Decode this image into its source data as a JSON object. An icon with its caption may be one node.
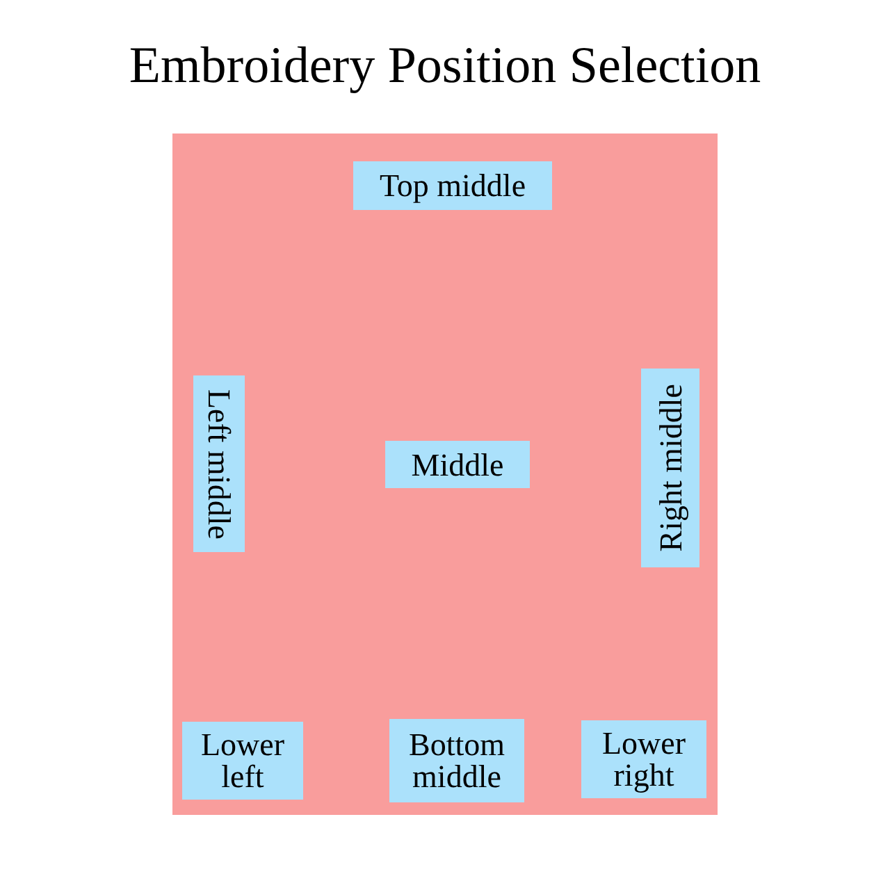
{
  "diagram": {
    "title": "Embroidery Position Selection",
    "nodes": [
      {
        "text": [],
        "shape": "box"
      },
      {
        "text": [
          "Top middle"
        ],
        "in": 0
      },
      {
        "text": [
          "Left middle"
        ],
        "in": 0
      },
      {
        "text": [
          "Middle"
        ],
        "in": 0
      },
      {
        "text": [
          "Right middle"
        ],
        "in": 0
      },
      {
        "text": [
          "Lower left"
        ],
        "in": 0
      },
      {
        "text": [
          "Bottom middle"
        ],
        "in": 0
      },
      {
        "text": [
          "Lower right"
        ],
        "in": 0
      }
    ]
  }
}
